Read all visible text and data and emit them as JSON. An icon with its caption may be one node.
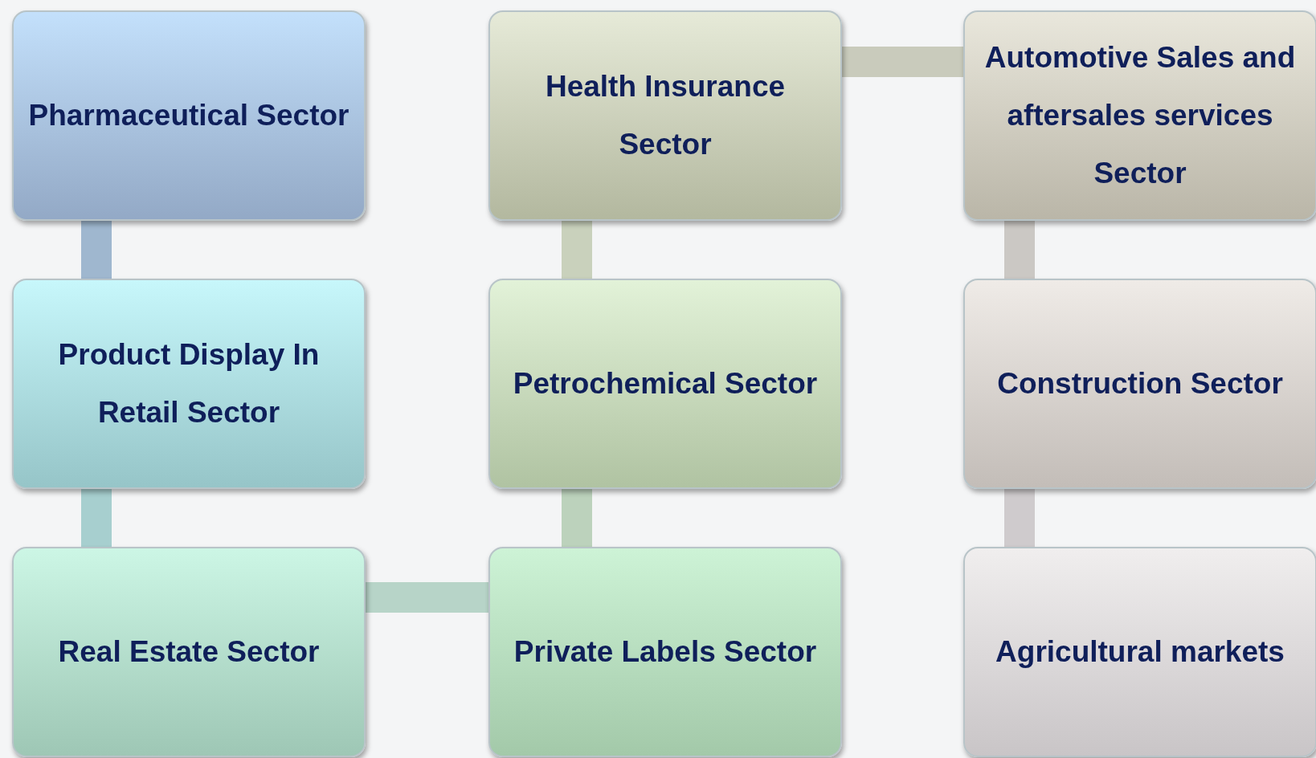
{
  "diagram": {
    "nodes": [
      {
        "text": [
          "Pharmaceutical Sector"
        ]
      },
      {
        "text": [
          "Health Insurance Sector"
        ]
      },
      {
        "text": [
          "Automotive Sales and aftersales services Sector"
        ]
      },
      {
        "text": [
          "Product Display In Retail Sector"
        ]
      },
      {
        "text": [
          "Petrochemical Sector"
        ]
      },
      {
        "text": [
          "Construction Sector"
        ]
      },
      {
        "text": [
          "Real Estate Sector"
        ]
      },
      {
        "text": [
          "Private Labels Sector"
        ]
      },
      {
        "text": [
          "Agricultural markets"
        ]
      }
    ],
    "edges": [
      {
        "from": 0,
        "to": 3,
        "arrow": "none"
      },
      {
        "from": 3,
        "to": 6,
        "arrow": "none"
      },
      {
        "from": 6,
        "to": 7,
        "arrow": "none"
      },
      {
        "from": 7,
        "to": 4,
        "arrow": "none"
      },
      {
        "from": 4,
        "to": 1,
        "arrow": "none"
      },
      {
        "from": 1,
        "to": 2,
        "arrow": "none"
      },
      {
        "from": 2,
        "to": 5,
        "arrow": "none"
      },
      {
        "from": 5,
        "to": 8,
        "arrow": "none"
      }
    ]
  }
}
